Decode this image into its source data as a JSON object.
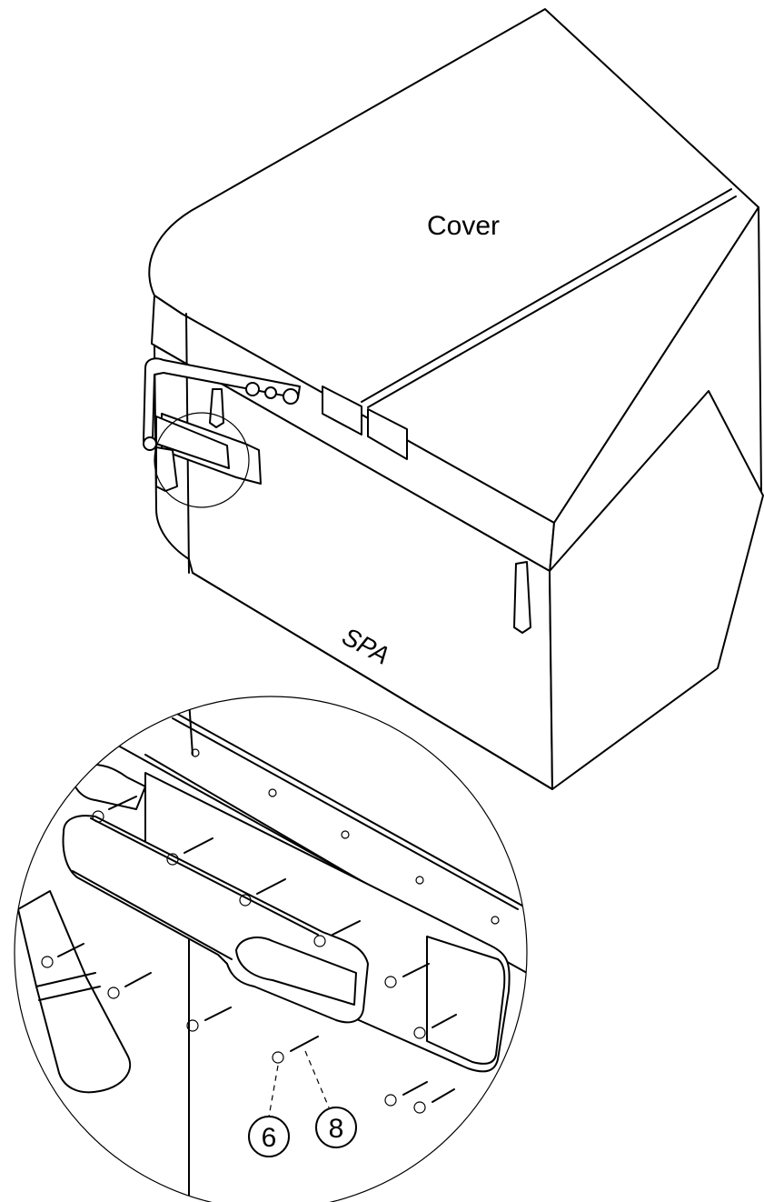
{
  "labels": {
    "cover": "Cover",
    "spa": "SPA"
  },
  "callouts": [
    {
      "number": "6"
    },
    {
      "number": "8"
    }
  ]
}
